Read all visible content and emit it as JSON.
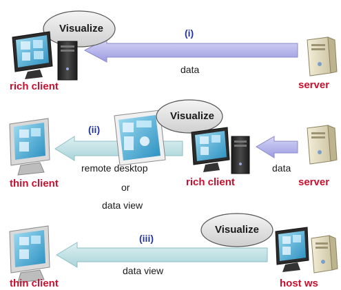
{
  "colors": {
    "rich_arrow": "#b8b8f0",
    "thin_arrow": "#bfe0e3",
    "label_red": "#c8102e",
    "roman_blue": "#2233aa"
  },
  "row1": {
    "roman": "(i)",
    "bubble": "Visualize",
    "client_label": "rich client",
    "server_label": "server",
    "arrow_label": "data"
  },
  "row2": {
    "roman": "(ii)",
    "bubble": "Visualize",
    "thin_label": "thin client",
    "rich_label": "rich client",
    "server_label": "server",
    "left_arrow_label_1": "remote desktop",
    "left_arrow_label_2": "or",
    "left_arrow_label_3": "data view",
    "right_arrow_label": "data"
  },
  "row3": {
    "roman": "(iii)",
    "bubble": "Visualize",
    "thin_label": "thin client",
    "host_label": "host ws",
    "arrow_label": "data view"
  },
  "icons": {
    "desktop_computer": "desktop-computer-icon",
    "monitor": "monitor-icon",
    "server": "server-icon",
    "tablet": "tablet-icon"
  }
}
